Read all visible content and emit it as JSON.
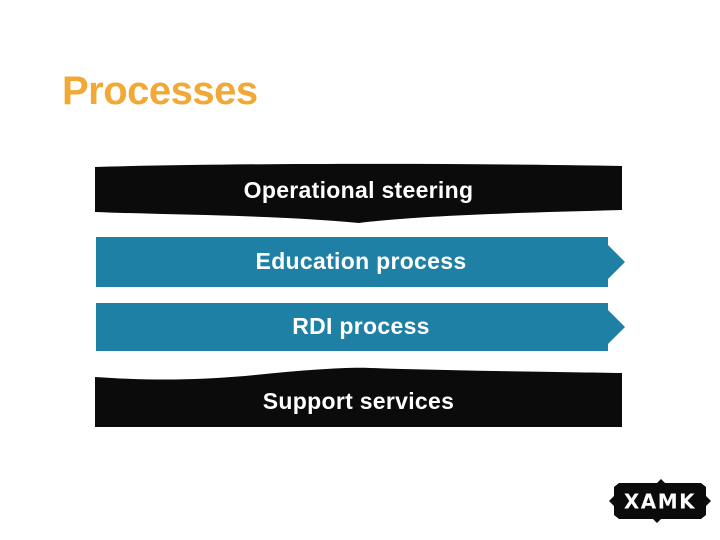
{
  "slide": {
    "background": "#FFFFFF",
    "title": {
      "text": "Processes",
      "color": "#F2A834"
    },
    "bars": [
      {
        "label": "Operational steering",
        "shape": "brush-banner",
        "color": "#0B0B0B",
        "text_color": "#FFFFFF"
      },
      {
        "label": "Education process",
        "shape": "arrow-right",
        "color": "#1F80A5",
        "text_color": "#FFFFFF"
      },
      {
        "label": "RDI process",
        "shape": "arrow-right",
        "color": "#1F80A5",
        "text_color": "#FFFFFF"
      },
      {
        "label": "Support services",
        "shape": "brush-banner",
        "color": "#0B0B0B",
        "text_color": "#FFFFFF"
      }
    ],
    "logo": {
      "text": "XAMK",
      "background": "#0B0B0B",
      "text_color": "#FFFFFF"
    }
  }
}
